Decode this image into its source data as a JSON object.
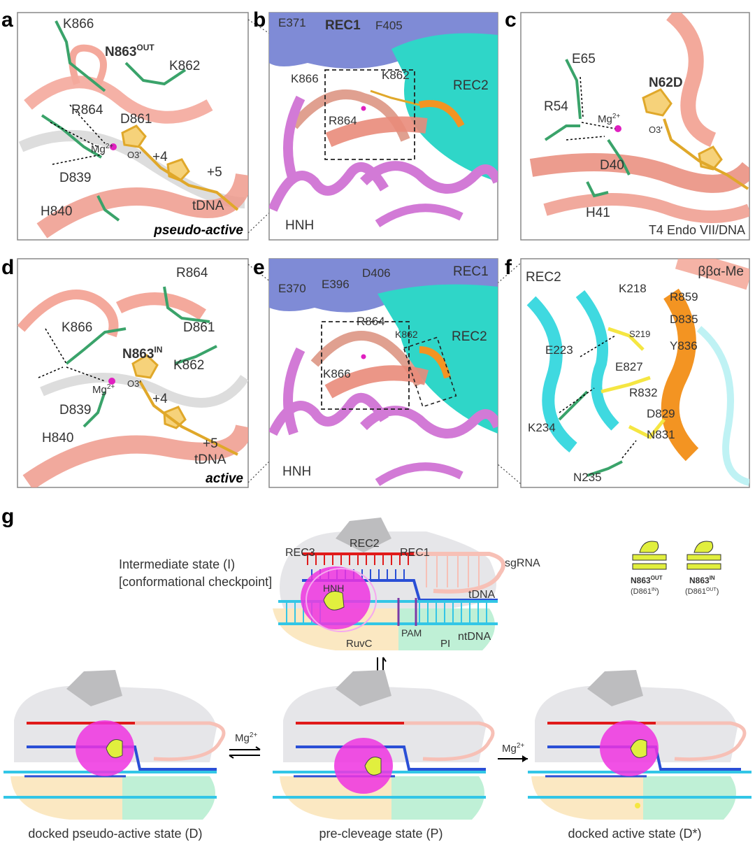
{
  "panel_letters": [
    "a",
    "b",
    "c",
    "d",
    "e",
    "f",
    "g"
  ],
  "panel_a": {
    "labels": [
      "K866",
      "N863",
      "OUT",
      "K862",
      "R864",
      "D861",
      "Mg",
      "2+",
      "O3'",
      "+4",
      "+5",
      "D839",
      "H840",
      "tDNA"
    ],
    "state": "pseudo-active"
  },
  "panel_b": {
    "labels": [
      "E371",
      "REC1",
      "F405",
      "K866",
      "K862",
      "REC2",
      "R864",
      "HNH"
    ]
  },
  "panel_c": {
    "labels": [
      "E65",
      "N62D",
      "R54",
      "Mg",
      "2+",
      "O3'",
      "D40",
      "H41"
    ],
    "caption": "T4 Endo VII/DNA"
  },
  "panel_d": {
    "labels": [
      "R864",
      "K866",
      "D861",
      "N863",
      "IN",
      "Mg",
      "2+",
      "O3'",
      "K862",
      "D839",
      "+4",
      "H840",
      "+5",
      "tDNA"
    ],
    "state": "active"
  },
  "panel_e": {
    "labels": [
      "E370",
      "E396",
      "D406",
      "REC1",
      "R864",
      "K862",
      "REC2",
      "K866",
      "HNH"
    ]
  },
  "panel_f": {
    "labels": [
      "REC2",
      "ββα-Me",
      "K218",
      "R859",
      "S219",
      "D835",
      "E223",
      "Y836",
      "E827",
      "R832",
      "D829",
      "K234",
      "N831",
      "N235"
    ]
  },
  "panel_g": {
    "domains": [
      "REC3",
      "REC2",
      "REC1",
      "HNH",
      "RuvC",
      "PAM",
      "PI"
    ],
    "strands": [
      "sgRNA",
      "tDNA",
      "ntDNA"
    ],
    "intermediate": [
      "Intermediate state (I)",
      "[conformational checkpoint]"
    ],
    "legend": {
      "out_main": "N863",
      "out_sup": "OUT",
      "out_sub_a": "(D861",
      "out_sub_sup": "IN",
      "out_sub_b": ")",
      "in_main": "N863",
      "in_sup": "IN",
      "in_sub_a": "(D861",
      "in_sub_sup": "OUT",
      "in_sub_b": ")"
    },
    "mg": "Mg",
    "mg_sup": "2+",
    "states": [
      "docked pseudo-active state (D)",
      "pre-cleveage state (P)",
      "docked active state (D*)"
    ]
  }
}
